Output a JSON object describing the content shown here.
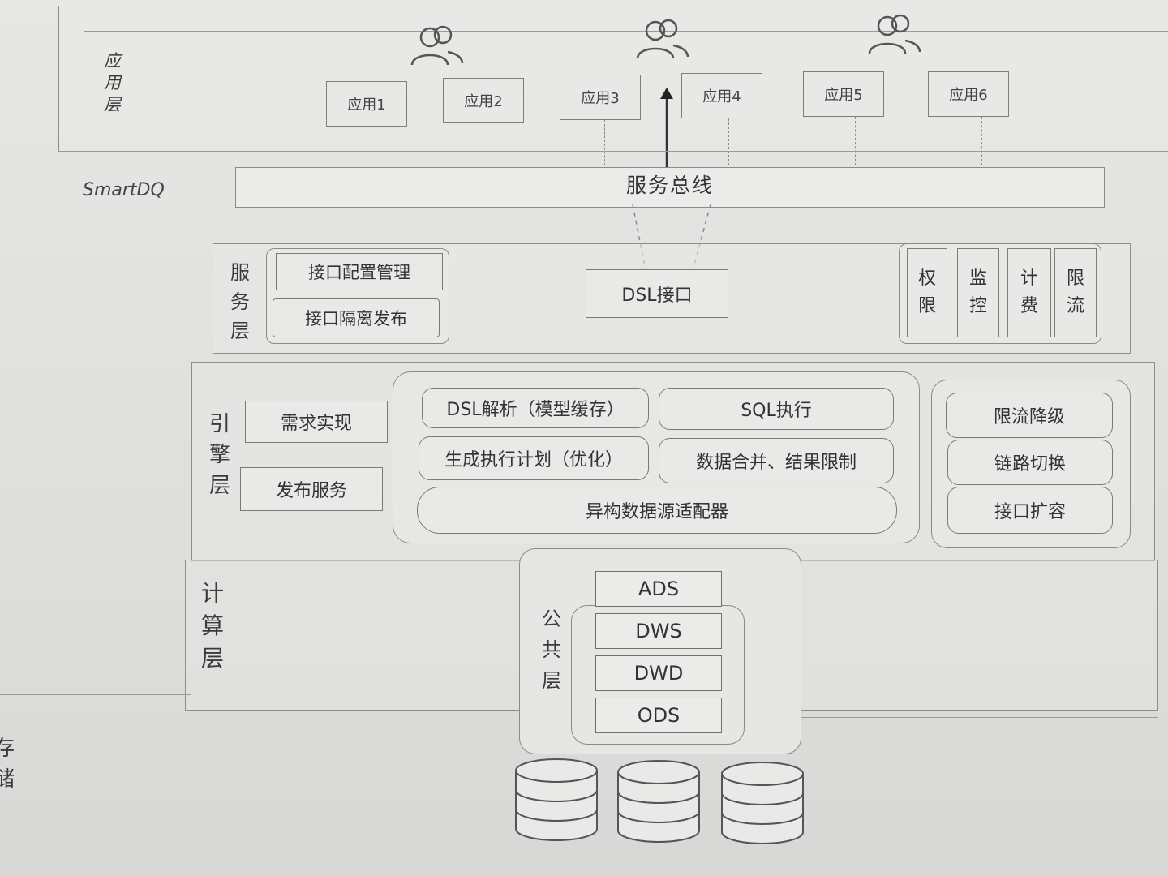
{
  "app_layer": {
    "label": [
      "应",
      "用",
      "层"
    ],
    "apps": [
      "应用1",
      "应用2",
      "应用3",
      "应用4",
      "应用5",
      "应用6"
    ],
    "user_icons": [
      "users-icon",
      "users-icon",
      "users-icon"
    ]
  },
  "smartdq": {
    "label": "SmartDQ",
    "bus": "服务总线"
  },
  "service_layer": {
    "label": [
      "服",
      "务",
      "层"
    ],
    "items": [
      "接口配置管理",
      "接口隔离发布"
    ],
    "dsl": "DSL接口",
    "controls": [
      [
        "权",
        "限"
      ],
      [
        "监",
        "控"
      ],
      [
        "计",
        "费"
      ],
      [
        "限",
        "流"
      ]
    ]
  },
  "engine_layer": {
    "label": [
      "引",
      "擎",
      "层"
    ],
    "left": [
      "需求实现",
      "发布服务"
    ],
    "center": {
      "dsl_parse": "DSL解析（模型缓存）",
      "sql_exec": "SQL执行",
      "plan": "生成执行计划（优化）",
      "merge": "数据合并、结果限制",
      "adapter": "异构数据源适配器"
    },
    "right": [
      "限流降级",
      "链路切换",
      "接口扩容"
    ]
  },
  "compute_layer": {
    "label": [
      "计",
      "算",
      "层"
    ],
    "public_label": [
      "公",
      "共",
      "层"
    ],
    "layers": [
      "ADS",
      "DWS",
      "DWD",
      "ODS"
    ]
  },
  "storage": {
    "label": [
      "存",
      "储"
    ],
    "db_icons": [
      "database-icon",
      "database-icon",
      "database-icon"
    ]
  }
}
